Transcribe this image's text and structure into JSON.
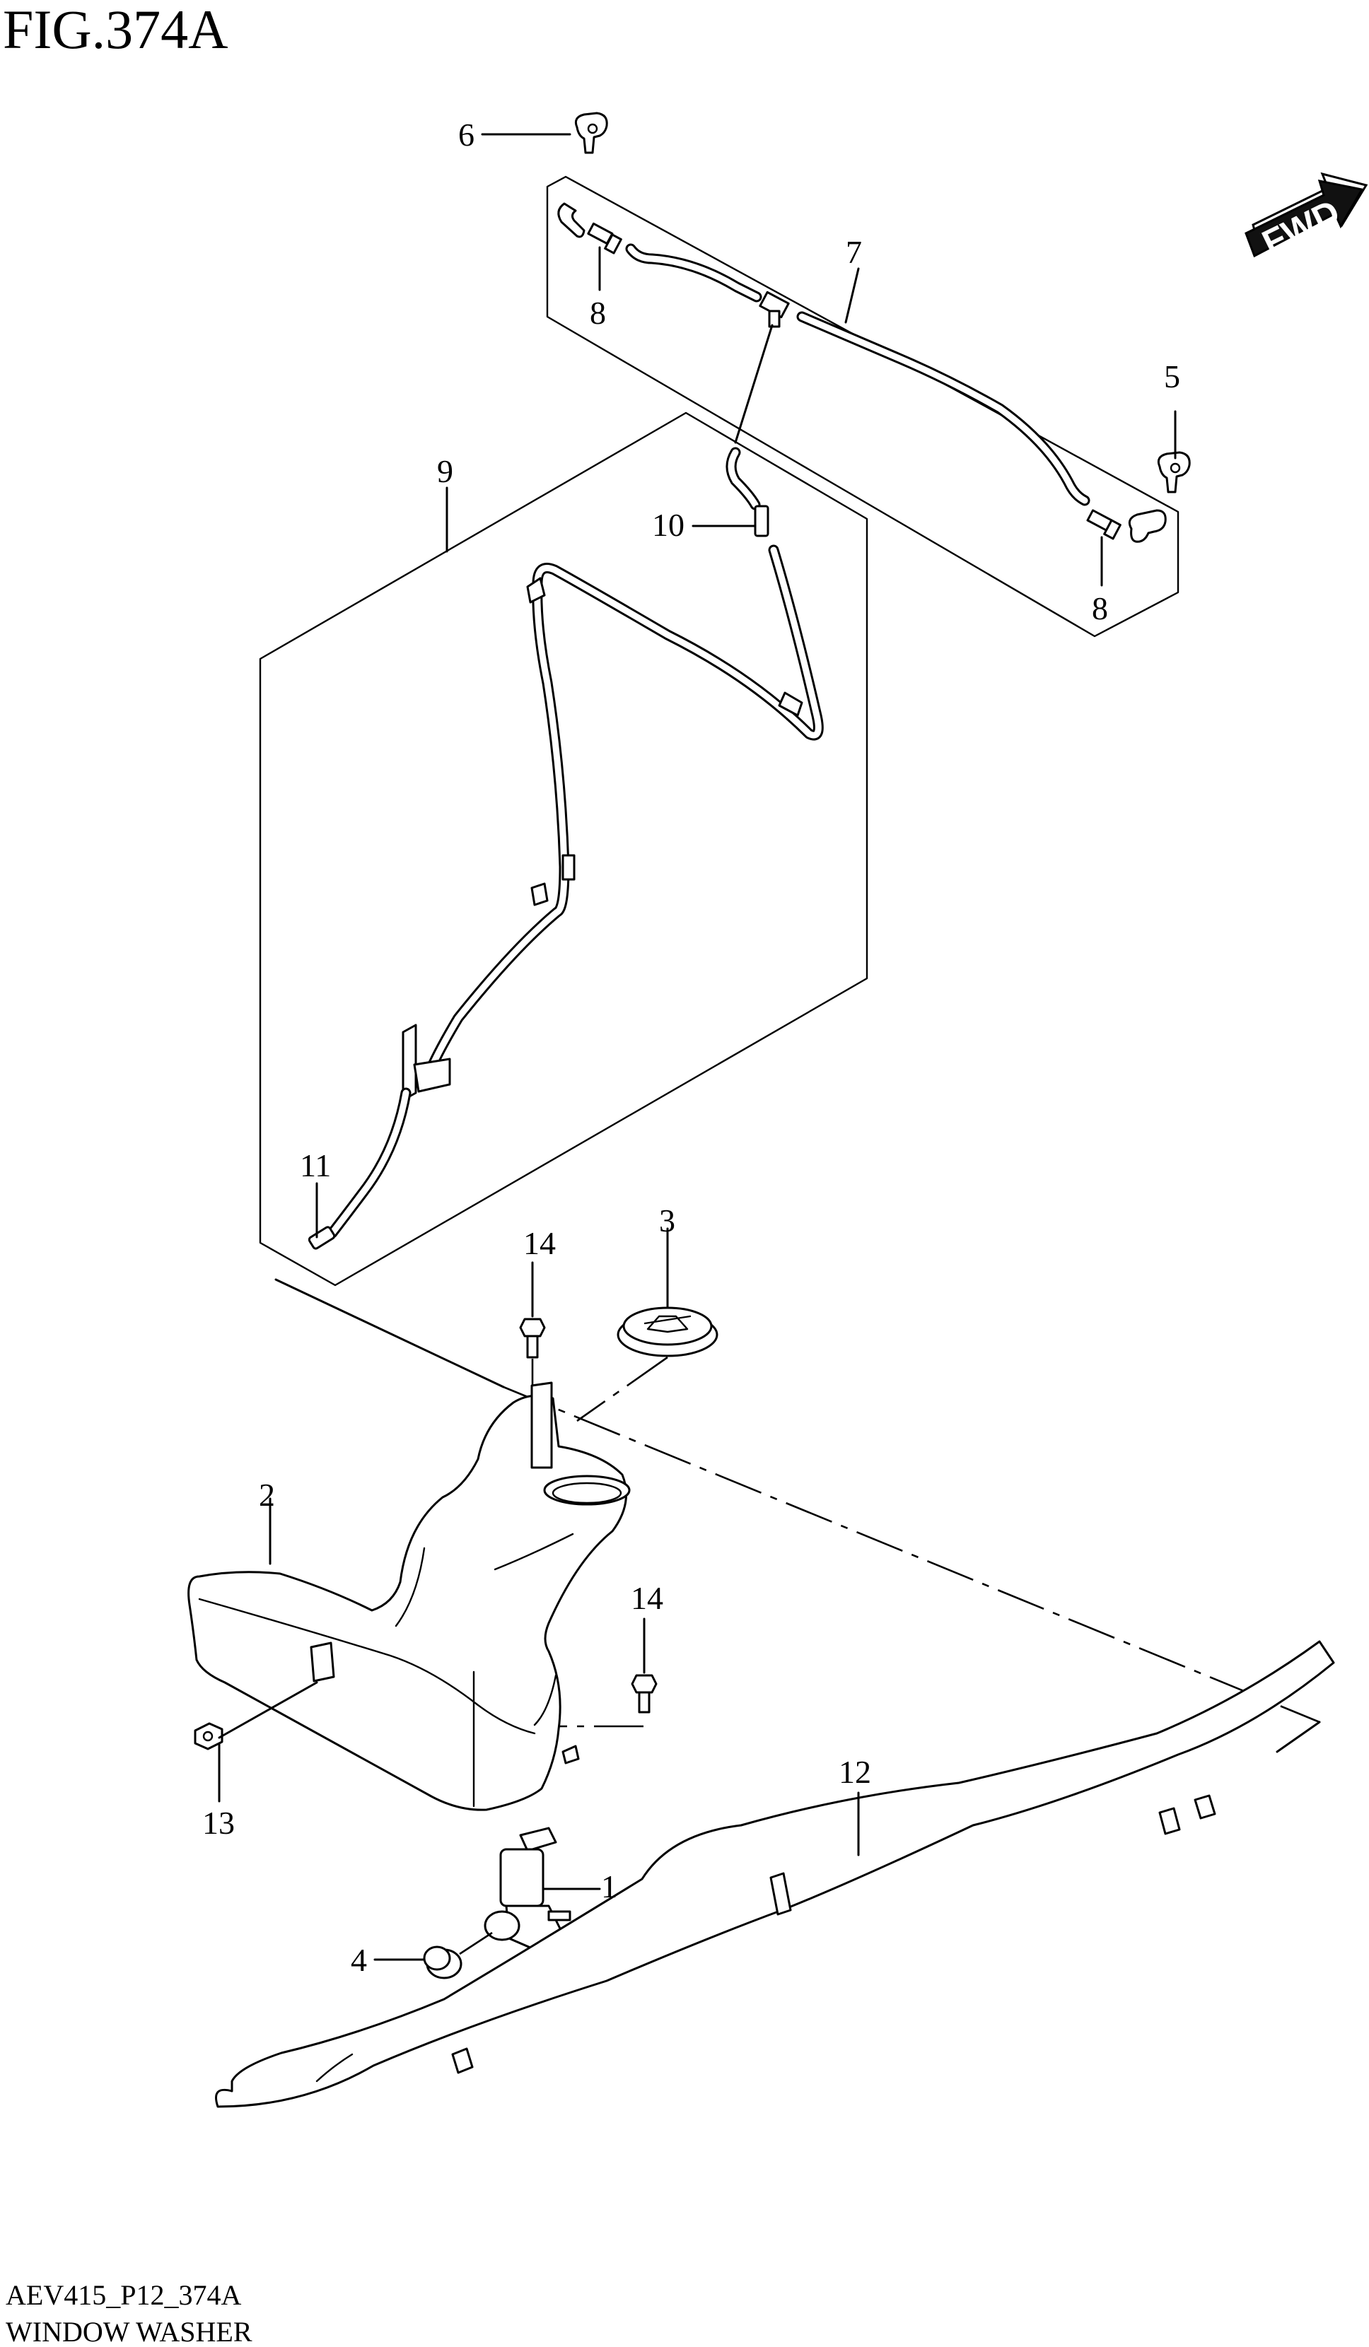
{
  "figure": {
    "title": "FIG.374A",
    "code": "AEV415_P12_374A",
    "name": "WINDOW WASHER",
    "fwd_label": "FWD"
  },
  "callouts": {
    "c1": "1",
    "c2": "2",
    "c3": "3",
    "c4": "4",
    "c5": "5",
    "c6": "6",
    "c7": "7",
    "c8a": "8",
    "c8b": "8",
    "c9": "9",
    "c10": "10",
    "c11": "11",
    "c12": "12",
    "c13": "13",
    "c14a": "14",
    "c14b": "14"
  }
}
